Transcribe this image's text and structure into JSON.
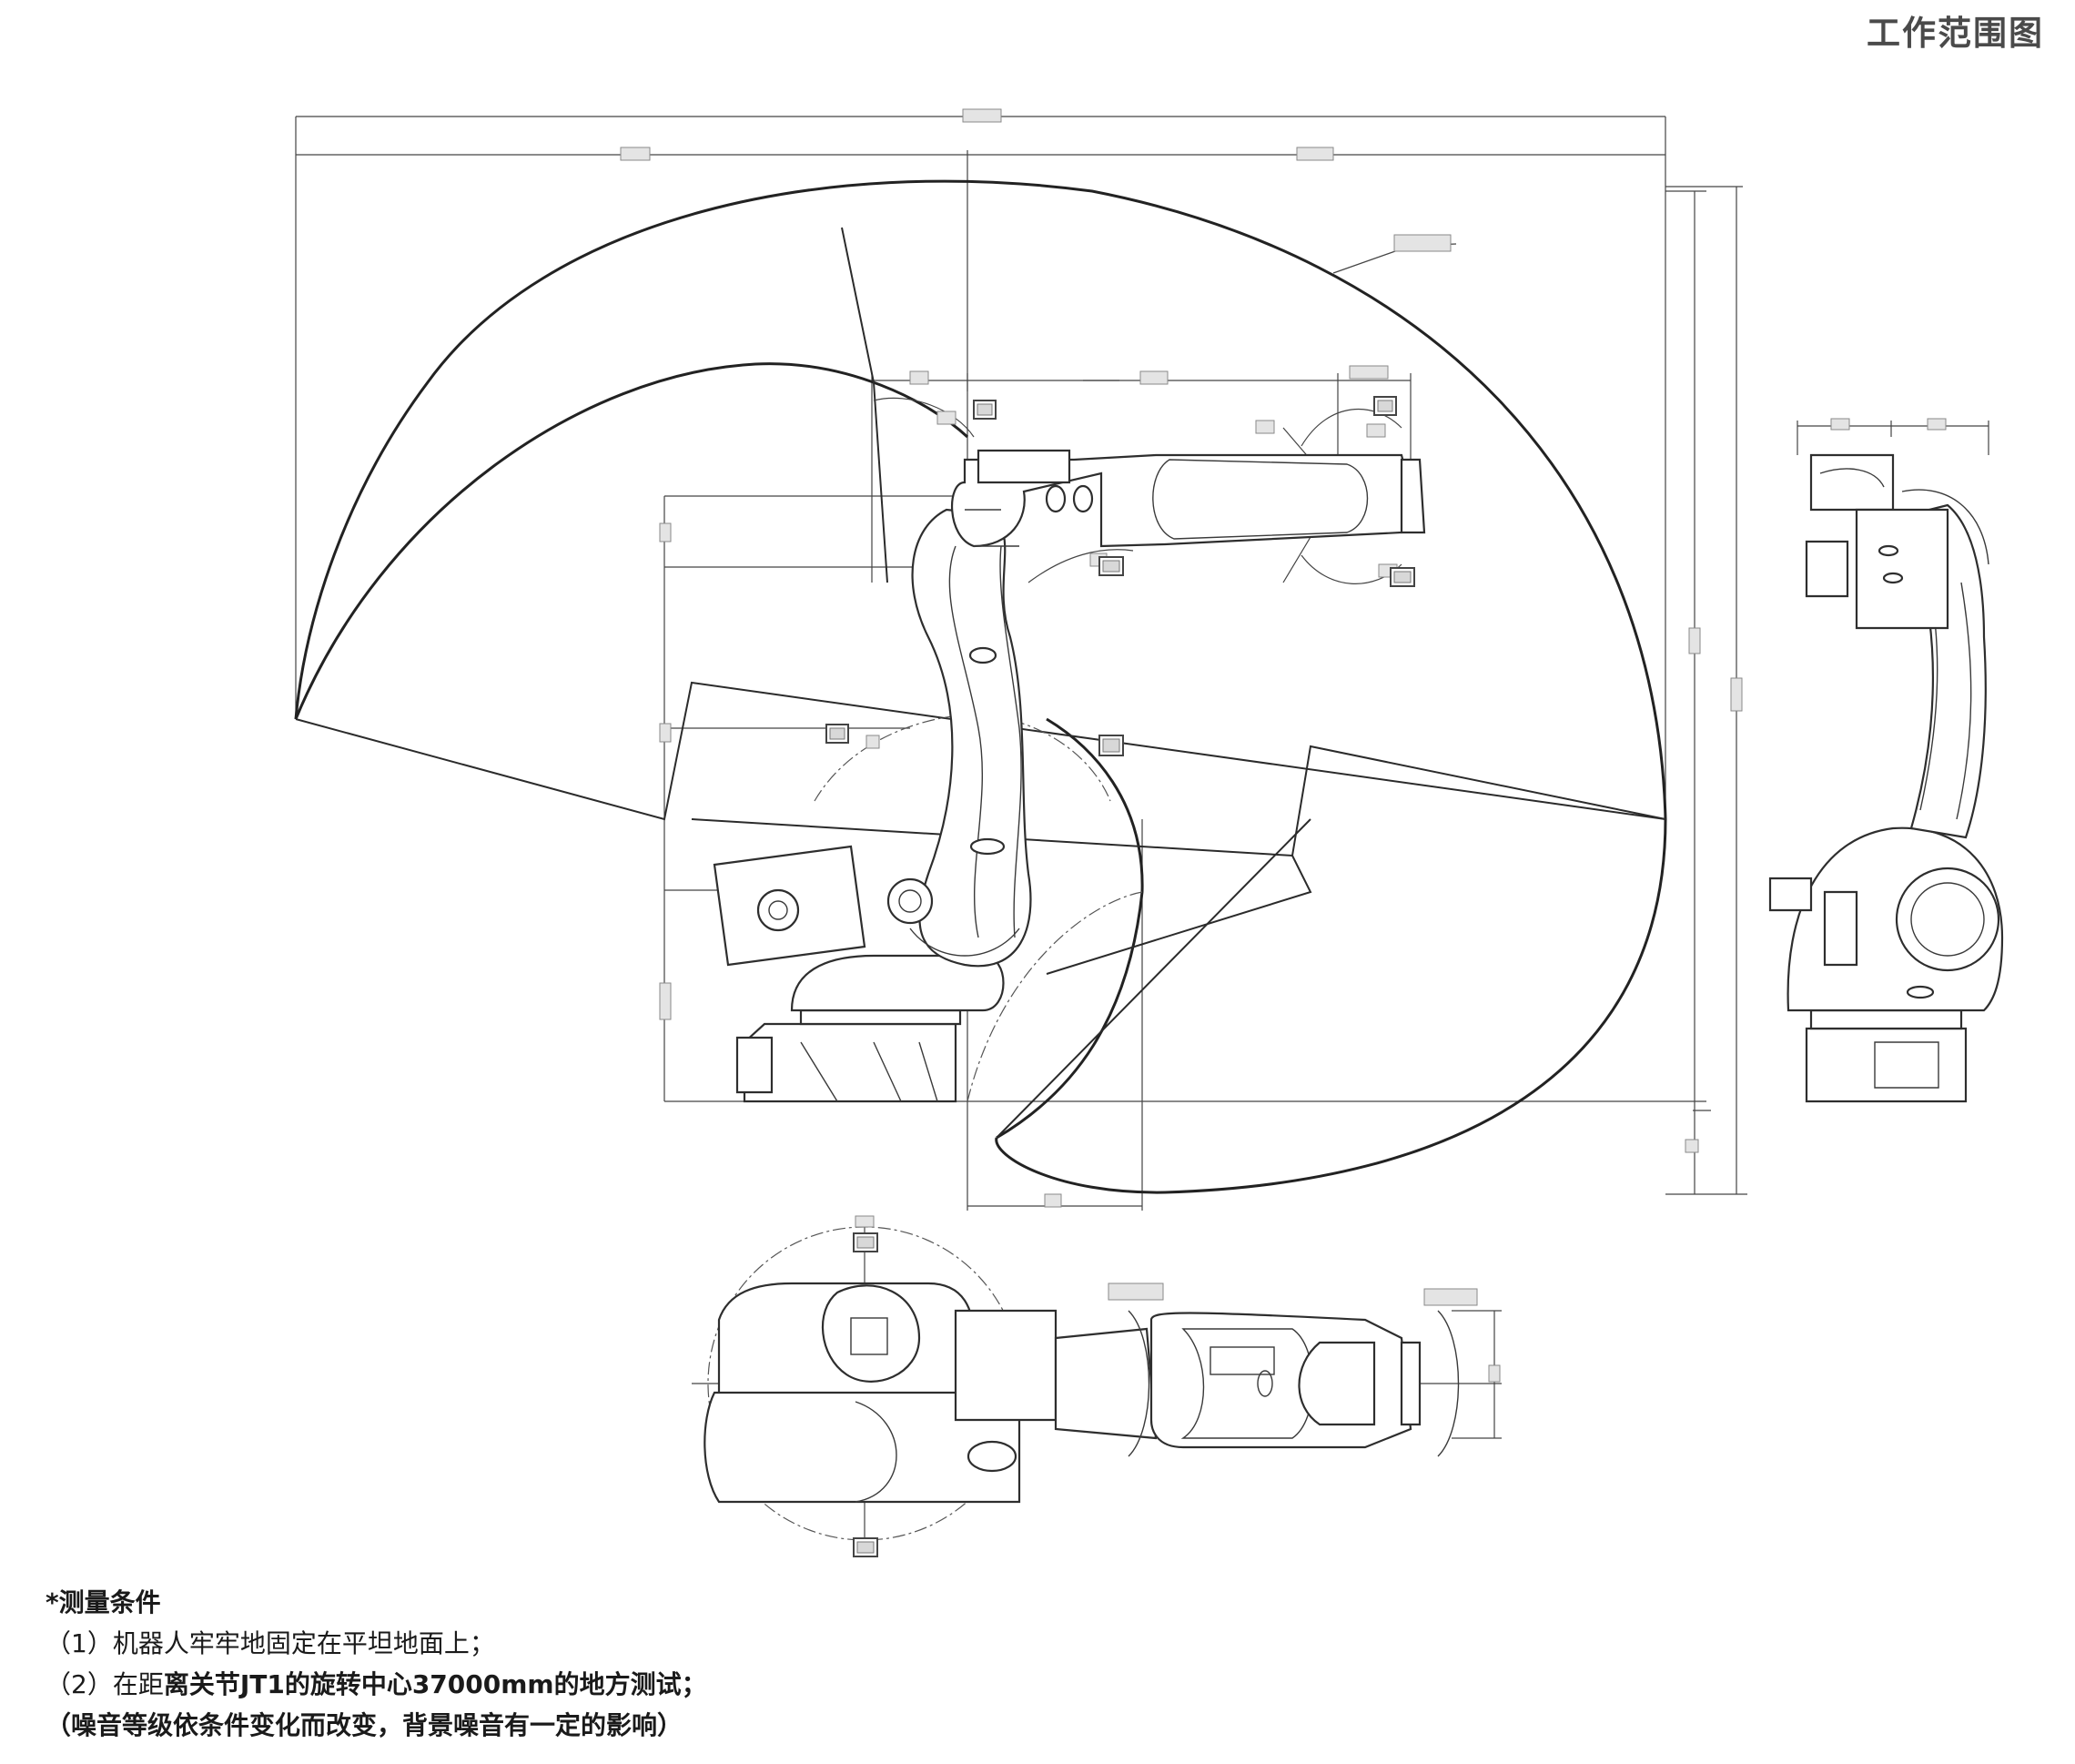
{
  "page": {
    "title": "工作范围图"
  },
  "notes": {
    "heading": "*测量条件",
    "line1": "（1）机器人牢牢地固定在平坦地面上；",
    "line2_prefix": "（2）在距",
    "line2_bold": "离关节JT1的旋转中心37000mm的地方测试；",
    "line3": "（噪音等级依条件变化而改变，背景噪音有一定的影响）"
  },
  "drawing": {
    "views": [
      "side-view",
      "rear-view",
      "top-view"
    ],
    "dimension_labels": "illegible (blurred in source)"
  }
}
